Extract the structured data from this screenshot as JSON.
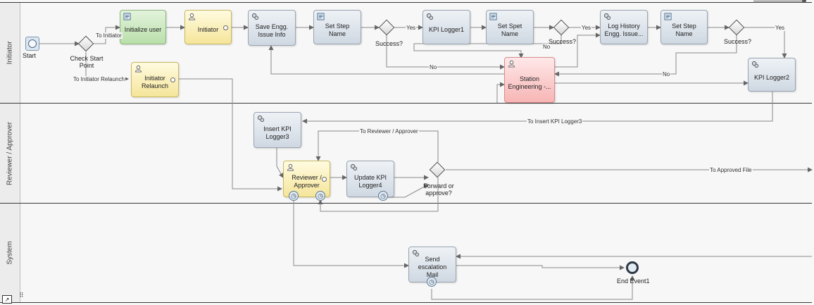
{
  "lanes": [
    "Initiator",
    "Reviewer / Approver",
    "System"
  ],
  "events": {
    "start": "Start",
    "end": "End Event1"
  },
  "tasks": {
    "initialize_user": "Initialize user",
    "initiator": "Initiator",
    "save_engg": "Save Engg. Issue Info",
    "set_step_1": "Set Step Name",
    "kpi_logger1": "KPI Logger1",
    "set_spet": "Set Spet Name",
    "log_history": "Log History Engg. Issue...",
    "set_step_2": "Set Step Name",
    "initiator_relaunch": "Initiator Relaunch",
    "station_engineering": "Station Engineering -...",
    "kpi_logger2": "KPI Logger2",
    "insert_kpi3": "Insert KPI Logger3",
    "reviewer": "Reviewer / Approver",
    "update_kpi4": "Update KPI Logger4",
    "send_mail": "Send escalation Mail"
  },
  "gateways": {
    "check_start": "Check Start Point",
    "success_1": "Success?",
    "success_2": "Success?",
    "success_3": "Success?",
    "forward": "Forward or approve?"
  },
  "flow_labels": {
    "to_initiator": "To Initiator",
    "to_initiator_relaunch": "To Initiator Relaunch",
    "yes_1": "Yes",
    "yes_2": "Yes",
    "yes_3": "Yes",
    "no_1": "No",
    "no_2": "No",
    "no_3": "No",
    "to_insert_kpi3": "To Insert KPI Logger3",
    "to_reviewer": "To Reviewer / Approver",
    "to_approved_file": "To Approved File"
  },
  "colors": {
    "script_task": "#dde4ec",
    "user_task_green": "#c6e6b9",
    "user_task_yellow": "#f8eaa9",
    "user_task_red": "#f9c2c2",
    "lane_border": "#3a3a3a"
  },
  "icons": {
    "script_task": "script-icon",
    "user_task": "user-icon",
    "service_task": "gears-icon",
    "timer": "timer-icon"
  },
  "corner_button": "↗"
}
